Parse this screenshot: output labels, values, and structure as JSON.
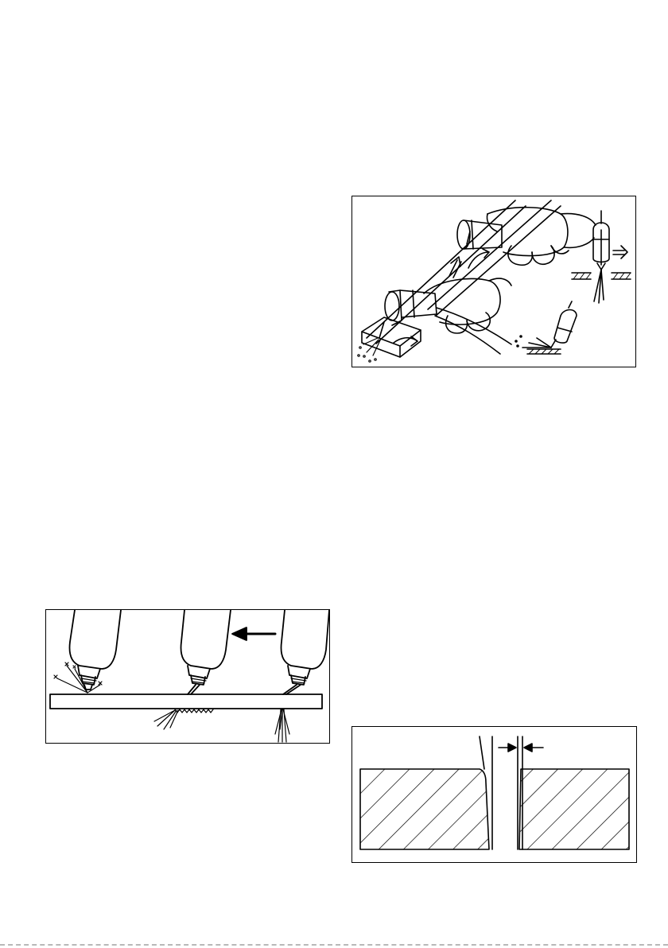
{
  "figures": [
    {
      "id": "drag-cutting",
      "icon": "plasma-torch-hand-drag-icon"
    },
    {
      "id": "edge-start",
      "icon": "plasma-torch-edge-start-icon"
    },
    {
      "id": "kerf-width",
      "icon": "kerf-cross-section-icon"
    }
  ],
  "colors": {
    "ink": "#000000",
    "paper": "#ffffff"
  }
}
